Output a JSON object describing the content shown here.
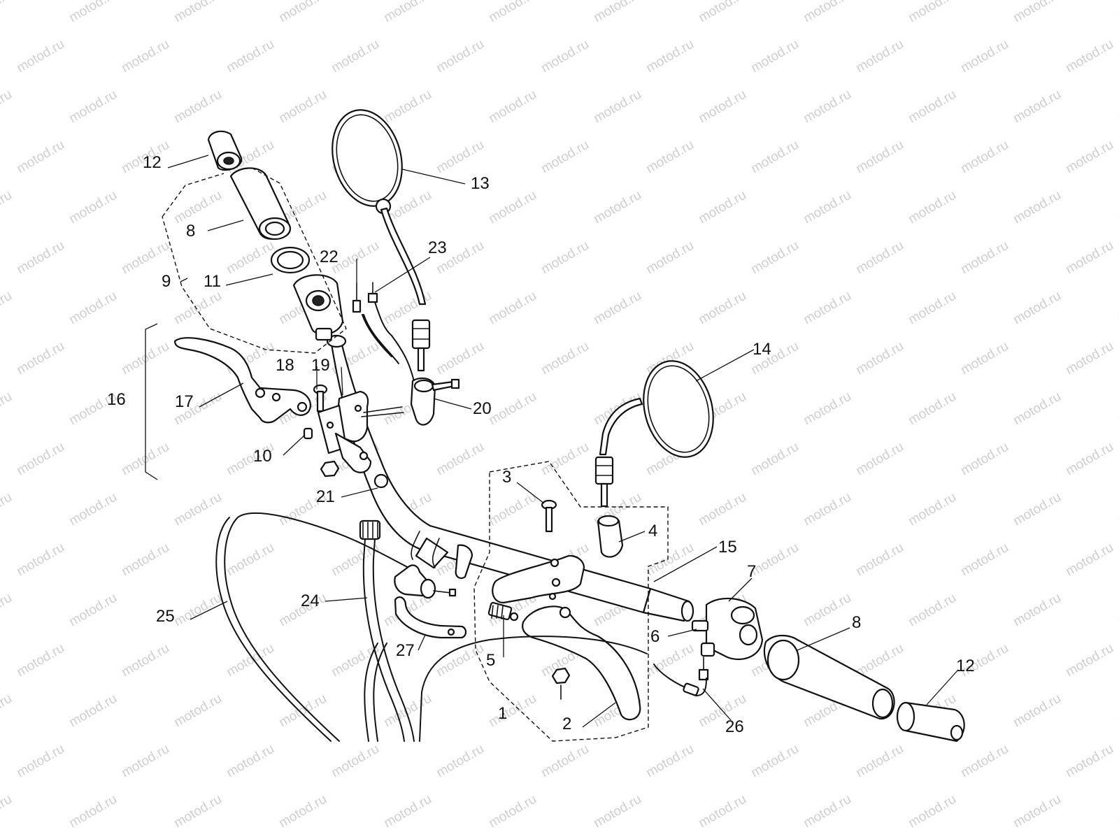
{
  "watermark": "motod.ru",
  "callouts": [
    "1",
    "2",
    "3",
    "4",
    "5",
    "6",
    "7",
    "8",
    "8",
    "9",
    "10",
    "11",
    "12",
    "12",
    "13",
    "14",
    "15",
    "16",
    "17",
    "18",
    "19",
    "20",
    "21",
    "22",
    "23",
    "24",
    "25",
    "26",
    "27"
  ],
  "colors": {
    "line": "#111111",
    "background": "#ffffff",
    "watermark": "#cfcfcf"
  }
}
